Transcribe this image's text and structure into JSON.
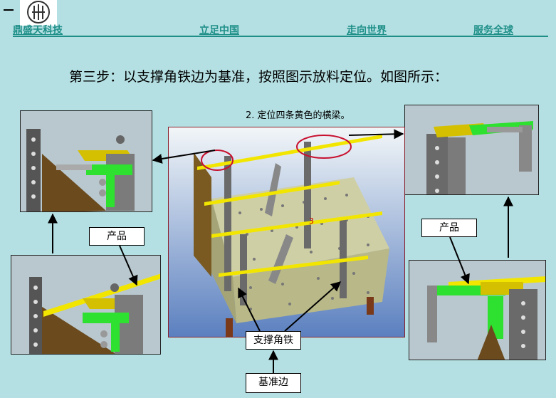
{
  "header": {
    "company": "鼎盛天科技",
    "slogan1": "立足中国",
    "slogan2": "走向世界",
    "slogan3": "服务全球"
  },
  "step_text": "第三步：以支撑角铁边为基准，按照图示放料定位。如图所示：",
  "note_text": "2. 定位四条黄色的横梁。",
  "labels": {
    "product_left": "产品",
    "product_right": "产品",
    "support_angle": "支撑角铁",
    "datum_edge": "基准边"
  },
  "main_figure": {
    "marker_number": "3"
  },
  "colors": {
    "background": "#b4e0e3",
    "header_text": "#1e8f88",
    "beam_yellow": "#f2e600",
    "bracket_green": "#22e02b",
    "highlight_red": "#c8102e"
  }
}
